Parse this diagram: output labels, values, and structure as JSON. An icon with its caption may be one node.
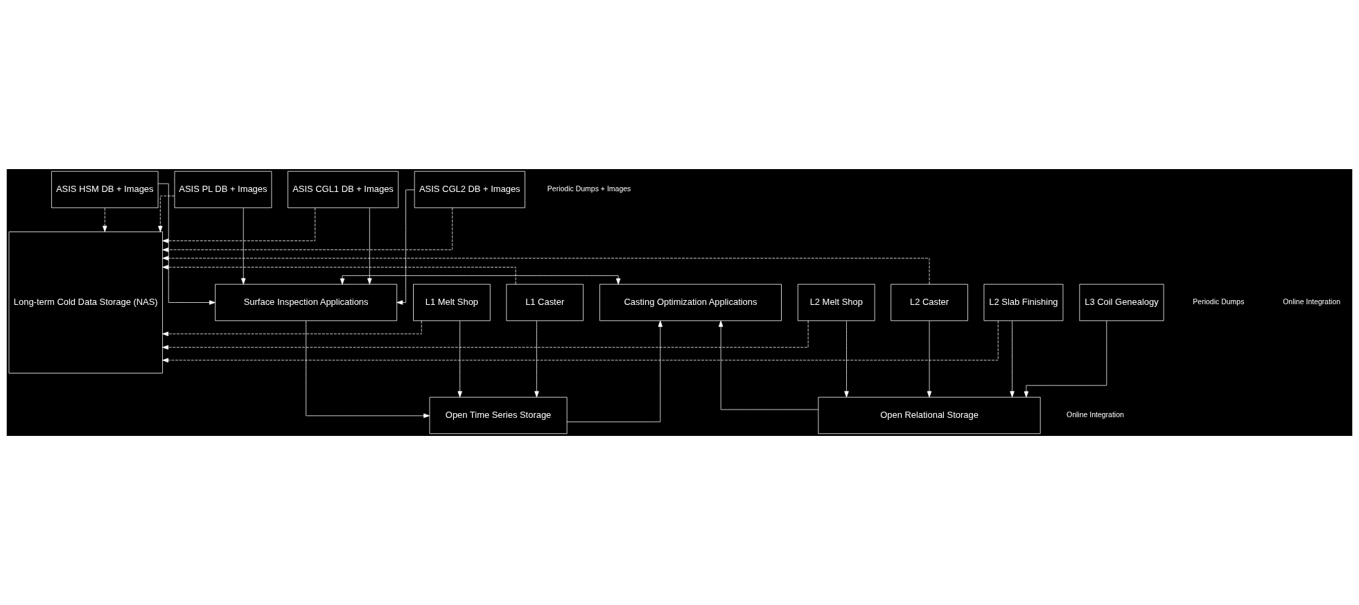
{
  "diagram": {
    "nodes": [
      {
        "text": [
          "Long-term Cold Data Storage (NAS)"
        ]
      },
      {
        "text": [
          "L1 Melt Shop"
        ]
      },
      {
        "text": [
          "L1 Caster"
        ]
      },
      {
        "text": [
          "L2 Melt Shop"
        ]
      },
      {
        "text": [
          "L2 Caster"
        ]
      },
      {
        "text": [
          "L2 Slab Finishing"
        ]
      },
      {
        "text": [
          "L3 Coil Genealogy"
        ]
      },
      {
        "text": [
          "Open Time Series Storage"
        ]
      },
      {
        "text": [
          "Open Relational Storage"
        ]
      },
      {
        "text": [
          "Surface Inspection Applications"
        ]
      },
      {
        "text": [
          "Casting Optimization Applications"
        ]
      },
      {
        "text": [
          "ASIS HSM DB + Images"
        ]
      },
      {
        "text": [
          "ASIS PL DB + Images"
        ]
      },
      {
        "text": [
          "ASIS CGL1 DB + Images"
        ]
      },
      {
        "text": [
          "ASIS CGL2 DB + Images"
        ]
      }
    ],
    "edges": [
      {
        "from": 1,
        "to": 7,
        "arrow": "to"
      },
      {
        "from": 2,
        "to": 7,
        "arrow": "to"
      },
      {
        "from": 3,
        "to": 8,
        "arrow": "to"
      },
      {
        "from": 4,
        "to": 8,
        "arrow": "to"
      },
      {
        "from": 5,
        "to": 8,
        "arrow": "to"
      },
      {
        "from": 6,
        "to": 8,
        "arrow": "to"
      },
      {
        "from": 9,
        "to": 7,
        "arrow": "to"
      },
      {
        "from": 7,
        "to": 10,
        "arrow": "to"
      },
      {
        "from": 8,
        "to": 10,
        "arrow": "to"
      },
      {
        "from": 9,
        "to": 10,
        "arrow": "both"
      },
      {
        "from": 11,
        "to": 9,
        "arrow": "to"
      },
      {
        "from": 12,
        "to": 9,
        "arrow": "to"
      },
      {
        "from": 13,
        "to": 9,
        "arrow": "to"
      },
      {
        "from": 14,
        "to": 9,
        "arrow": "to"
      },
      {
        "from": 1,
        "to": 0,
        "arrow": "to",
        "style": "dashed"
      },
      {
        "from": 2,
        "to": 0,
        "arrow": "to",
        "style": "dashed"
      },
      {
        "from": 3,
        "to": 0,
        "arrow": "to",
        "style": "dashed"
      },
      {
        "from": 4,
        "to": 0,
        "arrow": "to",
        "style": "dashed"
      },
      {
        "from": 5,
        "to": 0,
        "arrow": "to",
        "style": "dashed"
      },
      {
        "from": 11,
        "to": 0,
        "arrow": "to",
        "style": "dashed"
      },
      {
        "from": 12,
        "to": 0,
        "arrow": "to",
        "style": "dashed"
      },
      {
        "from": 13,
        "to": 0,
        "arrow": "to",
        "style": "dashed"
      },
      {
        "from": 14,
        "to": 0,
        "arrow": "to",
        "style": "dashed"
      }
    ],
    "labels": [
      "Periodic Dumps",
      "Online Integration",
      "Online Integration",
      "Periodic Dumps + Images"
    ]
  }
}
